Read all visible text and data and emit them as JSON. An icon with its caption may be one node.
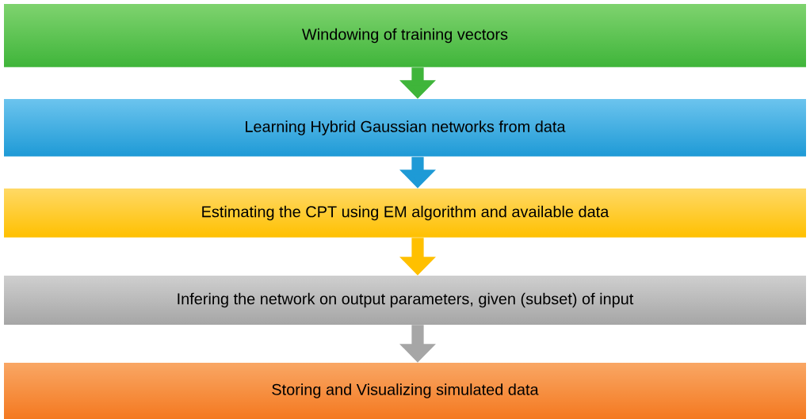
{
  "diagram": {
    "nodes": [
      {
        "text": [
          "Windowing of training vectors"
        ]
      },
      {
        "text": [
          "Learning Hybrid Gaussian networks from data"
        ]
      },
      {
        "text": [
          "Estimating the CPT using EM algorithm and available data"
        ]
      },
      {
        "text": [
          "Infering the network on output parameters, given (subset) of input"
        ]
      },
      {
        "text": [
          "Storing and Visualizing simulated data"
        ]
      }
    ],
    "edges": [
      {
        "from": 0,
        "to": 1,
        "arrow": "to",
        "color": "#3fb53a"
      },
      {
        "from": 1,
        "to": 2,
        "arrow": "to",
        "color": "#1e9ad6"
      },
      {
        "from": 2,
        "to": 3,
        "arrow": "to",
        "color": "#ffc000"
      },
      {
        "from": 3,
        "to": 4,
        "arrow": "to",
        "color": "#a6a6a6"
      }
    ]
  }
}
